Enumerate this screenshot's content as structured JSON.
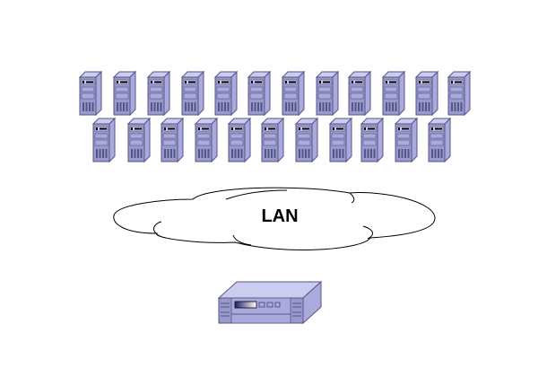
{
  "diagram": {
    "title": "",
    "network": {
      "label": "LAN",
      "shape": "cloud"
    },
    "servers": {
      "top_row_count": 12,
      "bottom_row_count": 11,
      "icon": "tower-server-icon"
    },
    "storage": {
      "icon": "storage-array-icon"
    },
    "colors": {
      "server_front": "#9999cc",
      "server_side": "#aaaadd",
      "server_top": "#ccccee",
      "outline": "#555588",
      "cloud_fill": "#ffffff",
      "cloud_stroke": "#000000"
    }
  }
}
